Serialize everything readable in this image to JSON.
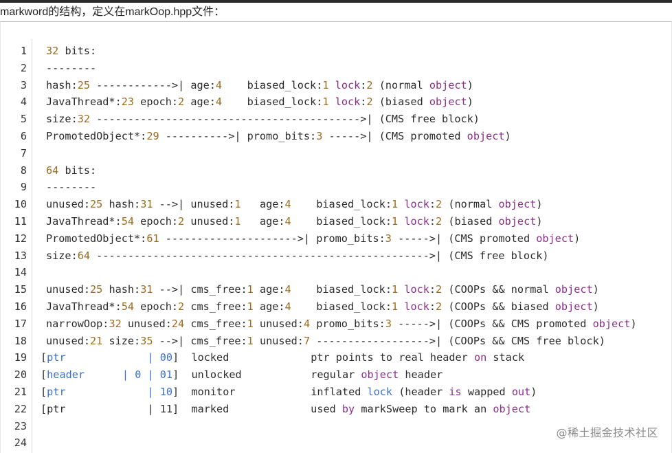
{
  "intro": "markword的结构，定义在markOop.hpp文件：",
  "watermark": "@稀土掘金技术社区",
  "colors": {
    "number": "#9c6b1e",
    "keyword": "#8a2f8a",
    "bracket_token": "#3a6fd0",
    "text": "#2c2c2c"
  },
  "code_lines": [
    {
      "ln": "1",
      "indent": "a",
      "parts": [
        {
          "t": "32",
          "c": "num"
        },
        {
          "t": " bits:"
        }
      ]
    },
    {
      "ln": "2",
      "indent": "a",
      "parts": [
        {
          "t": "--------"
        }
      ]
    },
    {
      "ln": "3",
      "indent": "a",
      "parts": [
        {
          "t": "hash:"
        },
        {
          "t": "25",
          "c": "num"
        },
        {
          "t": " ------------>| age:"
        },
        {
          "t": "4",
          "c": "num"
        },
        {
          "t": "    biased_lock:"
        },
        {
          "t": "1",
          "c": "num"
        },
        {
          "t": " "
        },
        {
          "t": "lock",
          "c": "kw"
        },
        {
          "t": ":"
        },
        {
          "t": "2",
          "c": "num"
        },
        {
          "t": " (normal "
        },
        {
          "t": "object",
          "c": "kw"
        },
        {
          "t": ")"
        }
      ]
    },
    {
      "ln": "4",
      "indent": "a",
      "parts": [
        {
          "t": "JavaThread*:"
        },
        {
          "t": "23",
          "c": "num"
        },
        {
          "t": " epoch:"
        },
        {
          "t": "2",
          "c": "num"
        },
        {
          "t": " age:"
        },
        {
          "t": "4",
          "c": "num"
        },
        {
          "t": "    biased_lock:"
        },
        {
          "t": "1",
          "c": "num"
        },
        {
          "t": " "
        },
        {
          "t": "lock",
          "c": "kw"
        },
        {
          "t": ":"
        },
        {
          "t": "2",
          "c": "num"
        },
        {
          "t": " (biased "
        },
        {
          "t": "object",
          "c": "kw"
        },
        {
          "t": ")"
        }
      ]
    },
    {
      "ln": "5",
      "indent": "a",
      "parts": [
        {
          "t": "size:"
        },
        {
          "t": "32",
          "c": "num"
        },
        {
          "t": " ------------------------------------------>| (CMS free block)"
        }
      ]
    },
    {
      "ln": "6",
      "indent": "a",
      "parts": [
        {
          "t": "PromotedObject*:"
        },
        {
          "t": "29",
          "c": "num"
        },
        {
          "t": " ---------->| promo_bits:"
        },
        {
          "t": "3",
          "c": "num"
        },
        {
          "t": " ----->| (CMS promoted "
        },
        {
          "t": "object",
          "c": "kw"
        },
        {
          "t": ")"
        }
      ]
    },
    {
      "ln": "7",
      "indent": "a",
      "parts": []
    },
    {
      "ln": "8",
      "indent": "a",
      "parts": [
        {
          "t": "64",
          "c": "num"
        },
        {
          "t": " bits:"
        }
      ]
    },
    {
      "ln": "9",
      "indent": "a",
      "parts": [
        {
          "t": "--------"
        }
      ]
    },
    {
      "ln": "10",
      "indent": "a",
      "parts": [
        {
          "t": "unused:"
        },
        {
          "t": "25",
          "c": "num"
        },
        {
          "t": " hash:"
        },
        {
          "t": "31",
          "c": "num"
        },
        {
          "t": " -->| unused:"
        },
        {
          "t": "1",
          "c": "num"
        },
        {
          "t": "   age:"
        },
        {
          "t": "4",
          "c": "num"
        },
        {
          "t": "    biased_lock:"
        },
        {
          "t": "1",
          "c": "num"
        },
        {
          "t": " "
        },
        {
          "t": "lock",
          "c": "kw"
        },
        {
          "t": ":"
        },
        {
          "t": "2",
          "c": "num"
        },
        {
          "t": " (normal "
        },
        {
          "t": "object",
          "c": "kw"
        },
        {
          "t": ")"
        }
      ]
    },
    {
      "ln": "11",
      "indent": "a",
      "parts": [
        {
          "t": "JavaThread*:"
        },
        {
          "t": "54",
          "c": "num"
        },
        {
          "t": " epoch:"
        },
        {
          "t": "2",
          "c": "num"
        },
        {
          "t": " unused:"
        },
        {
          "t": "1",
          "c": "num"
        },
        {
          "t": "   age:"
        },
        {
          "t": "4",
          "c": "num"
        },
        {
          "t": "    biased_lock:"
        },
        {
          "t": "1",
          "c": "num"
        },
        {
          "t": " "
        },
        {
          "t": "lock",
          "c": "kw"
        },
        {
          "t": ":"
        },
        {
          "t": "2",
          "c": "num"
        },
        {
          "t": " (biased "
        },
        {
          "t": "object",
          "c": "kw"
        },
        {
          "t": ")"
        }
      ]
    },
    {
      "ln": "12",
      "indent": "a",
      "parts": [
        {
          "t": "PromotedObject*:"
        },
        {
          "t": "61",
          "c": "num"
        },
        {
          "t": " --------------------->| promo_bits:"
        },
        {
          "t": "3",
          "c": "num"
        },
        {
          "t": " ----->| (CMS promoted "
        },
        {
          "t": "object",
          "c": "kw"
        },
        {
          "t": ")"
        }
      ]
    },
    {
      "ln": "13",
      "indent": "a",
      "parts": [
        {
          "t": "size:"
        },
        {
          "t": "64",
          "c": "num"
        },
        {
          "t": " ----------------------------------------------------->| (CMS free block)"
        }
      ]
    },
    {
      "ln": "14",
      "indent": "a",
      "parts": []
    },
    {
      "ln": "15",
      "indent": "a",
      "parts": [
        {
          "t": "unused:"
        },
        {
          "t": "25",
          "c": "num"
        },
        {
          "t": " hash:"
        },
        {
          "t": "31",
          "c": "num"
        },
        {
          "t": " -->| cms_free:"
        },
        {
          "t": "1",
          "c": "num"
        },
        {
          "t": " age:"
        },
        {
          "t": "4",
          "c": "num"
        },
        {
          "t": "    biased_lock:"
        },
        {
          "t": "1",
          "c": "num"
        },
        {
          "t": " "
        },
        {
          "t": "lock",
          "c": "kw"
        },
        {
          "t": ":"
        },
        {
          "t": "2",
          "c": "num"
        },
        {
          "t": " (COOPs && normal "
        },
        {
          "t": "object",
          "c": "kw"
        },
        {
          "t": ")"
        }
      ]
    },
    {
      "ln": "16",
      "indent": "a",
      "parts": [
        {
          "t": "JavaThread*:"
        },
        {
          "t": "54",
          "c": "num"
        },
        {
          "t": " epoch:"
        },
        {
          "t": "2",
          "c": "num"
        },
        {
          "t": " cms_free:"
        },
        {
          "t": "1",
          "c": "num"
        },
        {
          "t": " age:"
        },
        {
          "t": "4",
          "c": "num"
        },
        {
          "t": "    biased_lock:"
        },
        {
          "t": "1",
          "c": "num"
        },
        {
          "t": " "
        },
        {
          "t": "lock",
          "c": "kw"
        },
        {
          "t": ":"
        },
        {
          "t": "2",
          "c": "num"
        },
        {
          "t": " (COOPs && biased "
        },
        {
          "t": "object",
          "c": "kw"
        },
        {
          "t": ")"
        }
      ]
    },
    {
      "ln": "17",
      "indent": "a",
      "parts": [
        {
          "t": "narrowOop:"
        },
        {
          "t": "32",
          "c": "num"
        },
        {
          "t": " unused:"
        },
        {
          "t": "24",
          "c": "num"
        },
        {
          "t": " cms_free:"
        },
        {
          "t": "1",
          "c": "num"
        },
        {
          "t": " unused:"
        },
        {
          "t": "4",
          "c": "num"
        },
        {
          "t": " promo_bits:"
        },
        {
          "t": "3",
          "c": "num"
        },
        {
          "t": " ----->| (COOPs && CMS promoted "
        },
        {
          "t": "object",
          "c": "kw"
        },
        {
          "t": ")"
        }
      ]
    },
    {
      "ln": "18",
      "indent": "a",
      "parts": [
        {
          "t": "unused:"
        },
        {
          "t": "21",
          "c": "num"
        },
        {
          "t": " size:"
        },
        {
          "t": "35",
          "c": "num"
        },
        {
          "t": " -->| cms_free:"
        },
        {
          "t": "1",
          "c": "num"
        },
        {
          "t": " unused:"
        },
        {
          "t": "7",
          "c": "num"
        },
        {
          "t": " ------------------>| (COOPs && CMS free block)"
        }
      ]
    },
    {
      "ln": "19",
      "indent": "c",
      "parts": [
        {
          "t": "["
        },
        {
          "t": "ptr",
          "c": "blue"
        },
        {
          "t": "             "
        },
        {
          "t": "| 00",
          "c": "blue"
        },
        {
          "t": "]  locked             ptr points to real header "
        },
        {
          "t": "on",
          "c": "kw"
        },
        {
          "t": " stack"
        }
      ]
    },
    {
      "ln": "20",
      "indent": "c",
      "parts": [
        {
          "t": "["
        },
        {
          "t": "header",
          "c": "blue"
        },
        {
          "t": "      "
        },
        {
          "t": "| 0 | 01",
          "c": "blue"
        },
        {
          "t": "]  unlocked           regular "
        },
        {
          "t": "object",
          "c": "kw"
        },
        {
          "t": " header"
        }
      ]
    },
    {
      "ln": "21",
      "indent": "c",
      "parts": [
        {
          "t": "["
        },
        {
          "t": "ptr",
          "c": "blue"
        },
        {
          "t": "             "
        },
        {
          "t": "| 10",
          "c": "blue"
        },
        {
          "t": "]  monitor            inflated "
        },
        {
          "t": "lock",
          "c": "blue"
        },
        {
          "t": " (header "
        },
        {
          "t": "is",
          "c": "kw"
        },
        {
          "t": " wapped "
        },
        {
          "t": "out",
          "c": "kw"
        },
        {
          "t": ")"
        }
      ]
    },
    {
      "ln": "22",
      "indent": "c",
      "parts": [
        {
          "t": "[ptr             | 11]  marked             used "
        },
        {
          "t": "by",
          "c": "kw"
        },
        {
          "t": " markSweep to mark an "
        },
        {
          "t": "object",
          "c": "kw"
        }
      ]
    },
    {
      "ln": "23",
      "indent": "a",
      "parts": []
    },
    {
      "ln": "24",
      "indent": "a",
      "parts": []
    }
  ]
}
